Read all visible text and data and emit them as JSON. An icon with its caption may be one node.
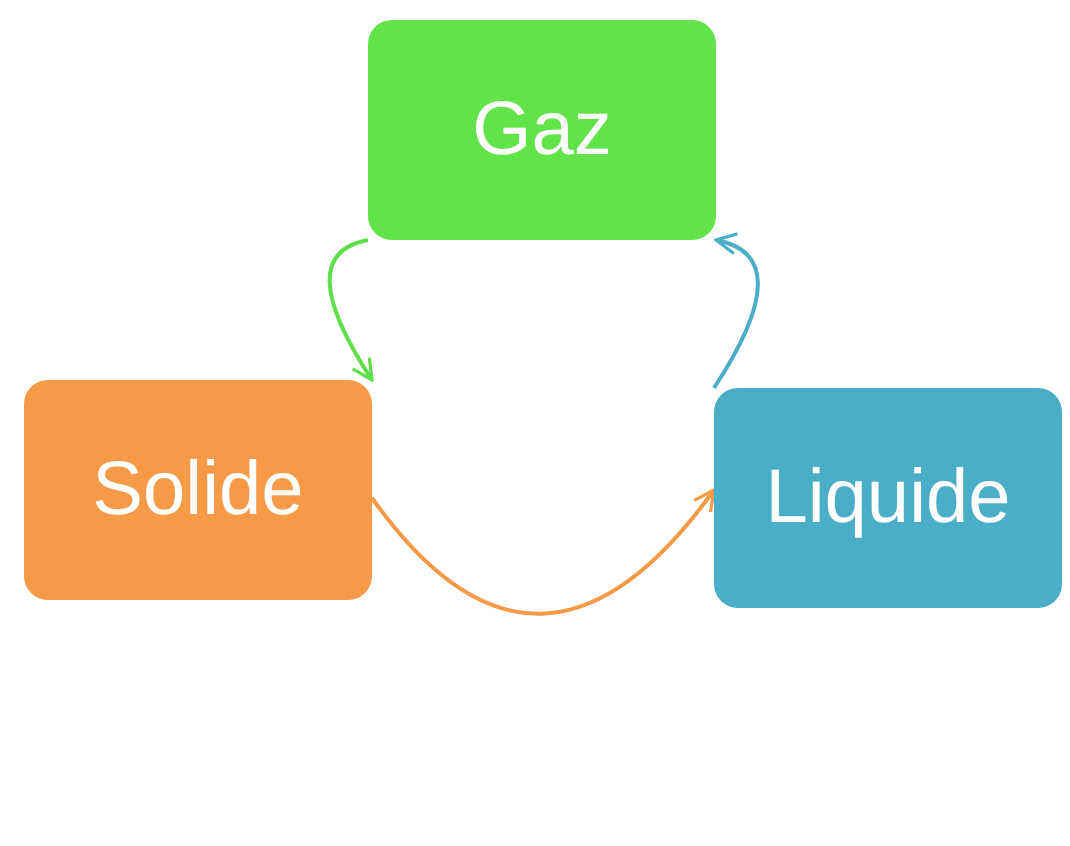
{
  "diagram": {
    "nodes": [
      {
        "text": [
          "Gaz"
        ]
      },
      {
        "text": [
          "Solide"
        ]
      },
      {
        "text": [
          "Liquide"
        ]
      }
    ],
    "edges": [
      {
        "from": 0,
        "to": 1,
        "arrow": "to",
        "color": "#5fe04a"
      },
      {
        "from": 1,
        "to": 2,
        "arrow": "to",
        "color": "#f59a47"
      },
      {
        "from": 2,
        "to": 0,
        "arrow": "to",
        "color": "#4aaec8"
      }
    ]
  }
}
